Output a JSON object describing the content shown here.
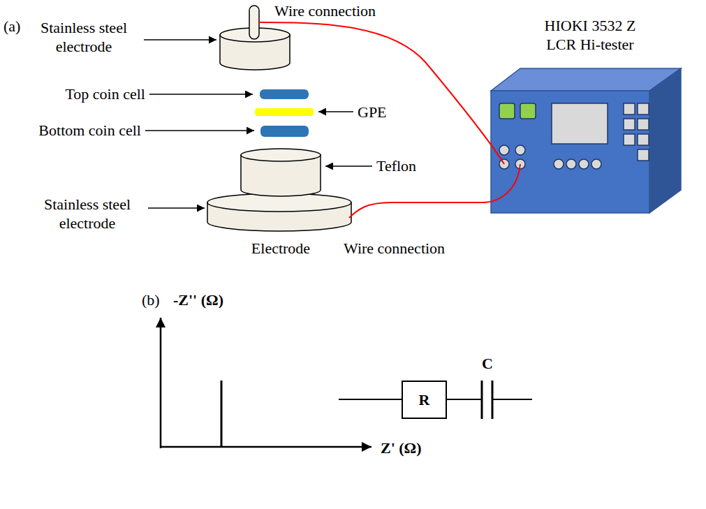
{
  "diagram": {
    "nodes": [
      {
        "text": [
          "R"
        ]
      }
    ],
    "labels": [
      "(a)",
      "Wire connection",
      "Stainless steel electrode",
      "HIOKI 3532 Z LCR Hi-tester",
      "Top coin cell",
      "GPE",
      "Bottom coin cell",
      "Teflon",
      "Stainless steel electrode",
      "Electrode",
      "Wire connection",
      "(b)",
      "-Z'' (Ω)",
      "Z' (Ω)",
      "C"
    ]
  }
}
